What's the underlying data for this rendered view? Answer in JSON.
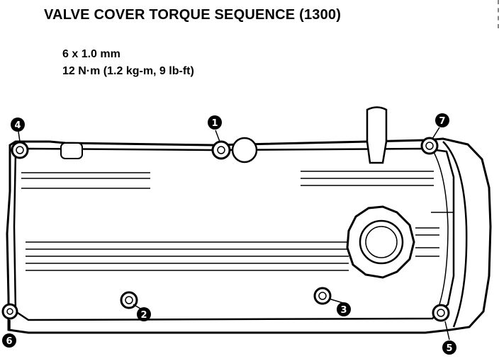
{
  "title": "VALVE COVER TORQUE SEQUENCE (1300)",
  "spec": {
    "bolt_size": "6 x 1.0 mm",
    "torque": "12 N·m (1.2 kg-m, 9 lb-ft)"
  },
  "callouts": [
    {
      "num": "1",
      "name": "callout-1"
    },
    {
      "num": "2",
      "name": "callout-2"
    },
    {
      "num": "3",
      "name": "callout-3"
    },
    {
      "num": "4",
      "name": "callout-4"
    },
    {
      "num": "5",
      "name": "callout-5"
    },
    {
      "num": "6",
      "name": "callout-6"
    },
    {
      "num": "7",
      "name": "callout-7"
    }
  ],
  "colors": {
    "ink": "#000000",
    "paper": "#ffffff"
  }
}
